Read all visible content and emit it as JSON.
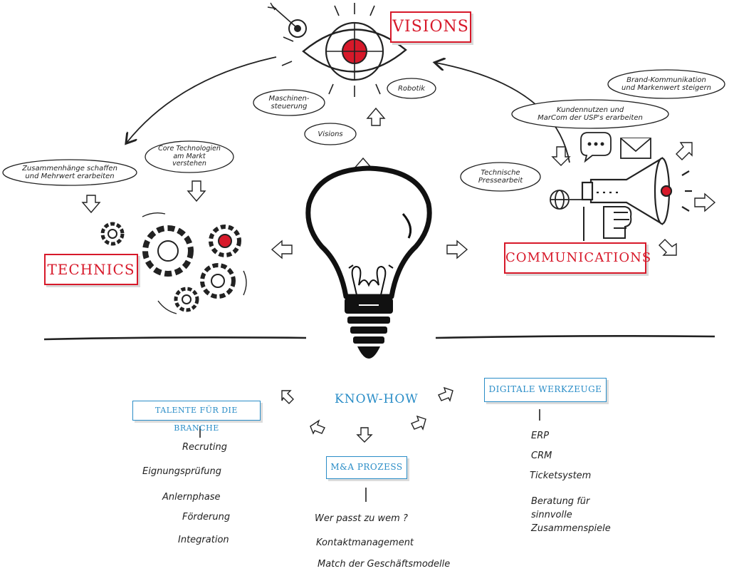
{
  "colors": {
    "accent_red": "#d7192a",
    "accent_blue": "#2a8dc7",
    "ink": "#222222"
  },
  "headings": {
    "visions": "VISIONS",
    "technics": "TECHNICS",
    "communications": "COMMUNICATIONS",
    "know_how": "KNOW-HOW"
  },
  "bubbles": {
    "maschinensteuerung": "Maschinen-\nsteuerung",
    "robotik": "Robotik",
    "visions": "Visions",
    "zusammenhaenge": "Zusammenhänge schaffen\nund Mehrwert erarbeiten",
    "core_technologien": "Core Technologien\nam Markt\nverstehen",
    "technische_pressearbeit": "Technische\nPressearbeit",
    "kundennutzen": "Kundennutzen und\nMarCom der USP's erarbeiten",
    "brand_kommunikation": "Brand-Kommunikation\nund Markenwert steigern"
  },
  "boxes": {
    "talente": "TALENTE FÜR DIE BRANCHE",
    "ma_prozess": "M&A PROZESS",
    "digitale_werkzeuge": "DIGITALE WERKZEUGE"
  },
  "lists": {
    "talente": [
      "Recruting",
      "Eignungsprüfung",
      "Anlernphase",
      "Förderung",
      "Integration"
    ],
    "ma_prozess": [
      "Wer passt zu wem ?",
      "Kontaktmanagement",
      "Match der Geschäftsmodelle"
    ],
    "digitale_werkzeuge": [
      "ERP",
      "CRM",
      "Ticketsystem",
      "Beratung für\nsinnvolle\nZusammenspiele"
    ]
  },
  "icons": [
    "eye-icon",
    "target-icon",
    "lightbulb-icon",
    "gears-icon",
    "megaphone-icon",
    "globe-icon",
    "chat-icon",
    "envelope-icon",
    "hand-icon"
  ]
}
